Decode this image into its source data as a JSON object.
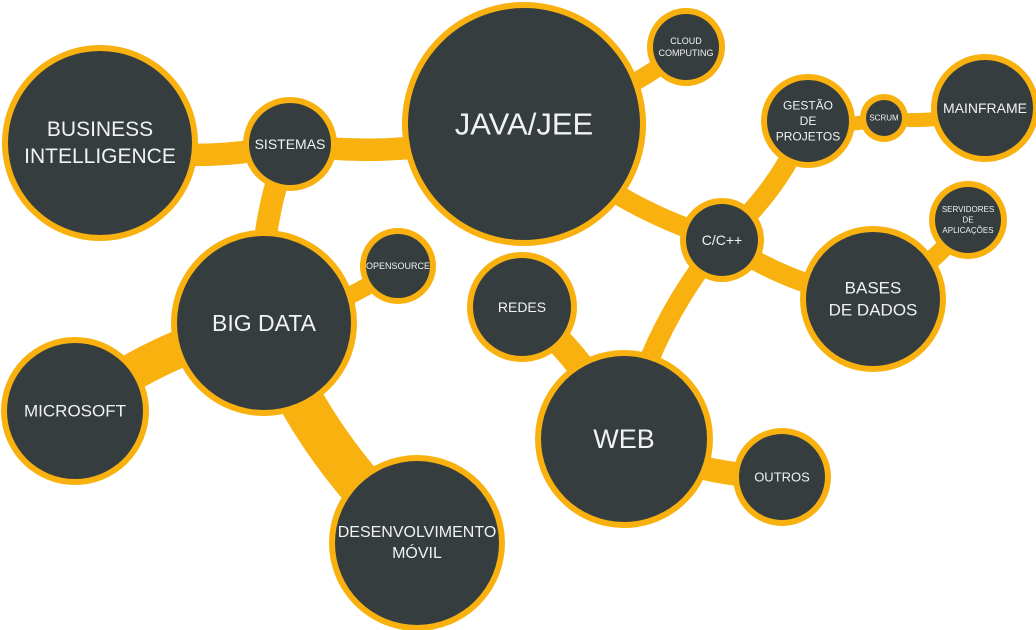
{
  "colors": {
    "accent": "#F8B10E",
    "node": "#363D3F",
    "text": "#F2F2F2"
  },
  "nodes": [
    {
      "id": "bi",
      "lines": [
        "BUSINESS",
        "INTELLIGENCE"
      ]
    },
    {
      "id": "sistemas",
      "lines": [
        "SISTEMAS"
      ]
    },
    {
      "id": "java",
      "lines": [
        "JAVA/JEE"
      ]
    },
    {
      "id": "cloud",
      "lines": [
        "CLOUD",
        "COMPUTING"
      ]
    },
    {
      "id": "gestao",
      "lines": [
        "GESTÃO",
        "DE",
        "PROJETOS"
      ]
    },
    {
      "id": "scrum",
      "lines": [
        "SCRUM"
      ]
    },
    {
      "id": "mainframe",
      "lines": [
        "MAINFRAME"
      ]
    },
    {
      "id": "cpp",
      "lines": [
        "C/C++"
      ]
    },
    {
      "id": "servidores",
      "lines": [
        "SERVIDORES",
        "DE",
        "APLICAÇÕES"
      ]
    },
    {
      "id": "bases",
      "lines": [
        "BASES",
        "DE DADOS"
      ]
    },
    {
      "id": "bigdata",
      "lines": [
        "BIG DATA"
      ]
    },
    {
      "id": "opensource",
      "lines": [
        "OPENSOURCE"
      ]
    },
    {
      "id": "microsoft",
      "lines": [
        "MICROSOFT"
      ]
    },
    {
      "id": "mobile",
      "lines": [
        "DESENVOLVIMENTO",
        "MÓVIL"
      ]
    },
    {
      "id": "redes",
      "lines": [
        "REDES"
      ]
    },
    {
      "id": "web",
      "lines": [
        "WEB"
      ]
    },
    {
      "id": "outros",
      "lines": [
        "OUTROS"
      ]
    }
  ],
  "edges": [
    [
      "bi",
      "sistemas"
    ],
    [
      "sistemas",
      "java"
    ],
    [
      "sistemas",
      "bigdata"
    ],
    [
      "bigdata",
      "opensource"
    ],
    [
      "bigdata",
      "microsoft"
    ],
    [
      "bigdata",
      "mobile"
    ],
    [
      "java",
      "cloud"
    ],
    [
      "java",
      "cpp"
    ],
    [
      "cpp",
      "gestao"
    ],
    [
      "gestao",
      "scrum"
    ],
    [
      "scrum",
      "mainframe"
    ],
    [
      "cpp",
      "bases"
    ],
    [
      "bases",
      "servidores"
    ],
    [
      "cpp",
      "web"
    ],
    [
      "web",
      "redes"
    ],
    [
      "web",
      "outros"
    ]
  ]
}
